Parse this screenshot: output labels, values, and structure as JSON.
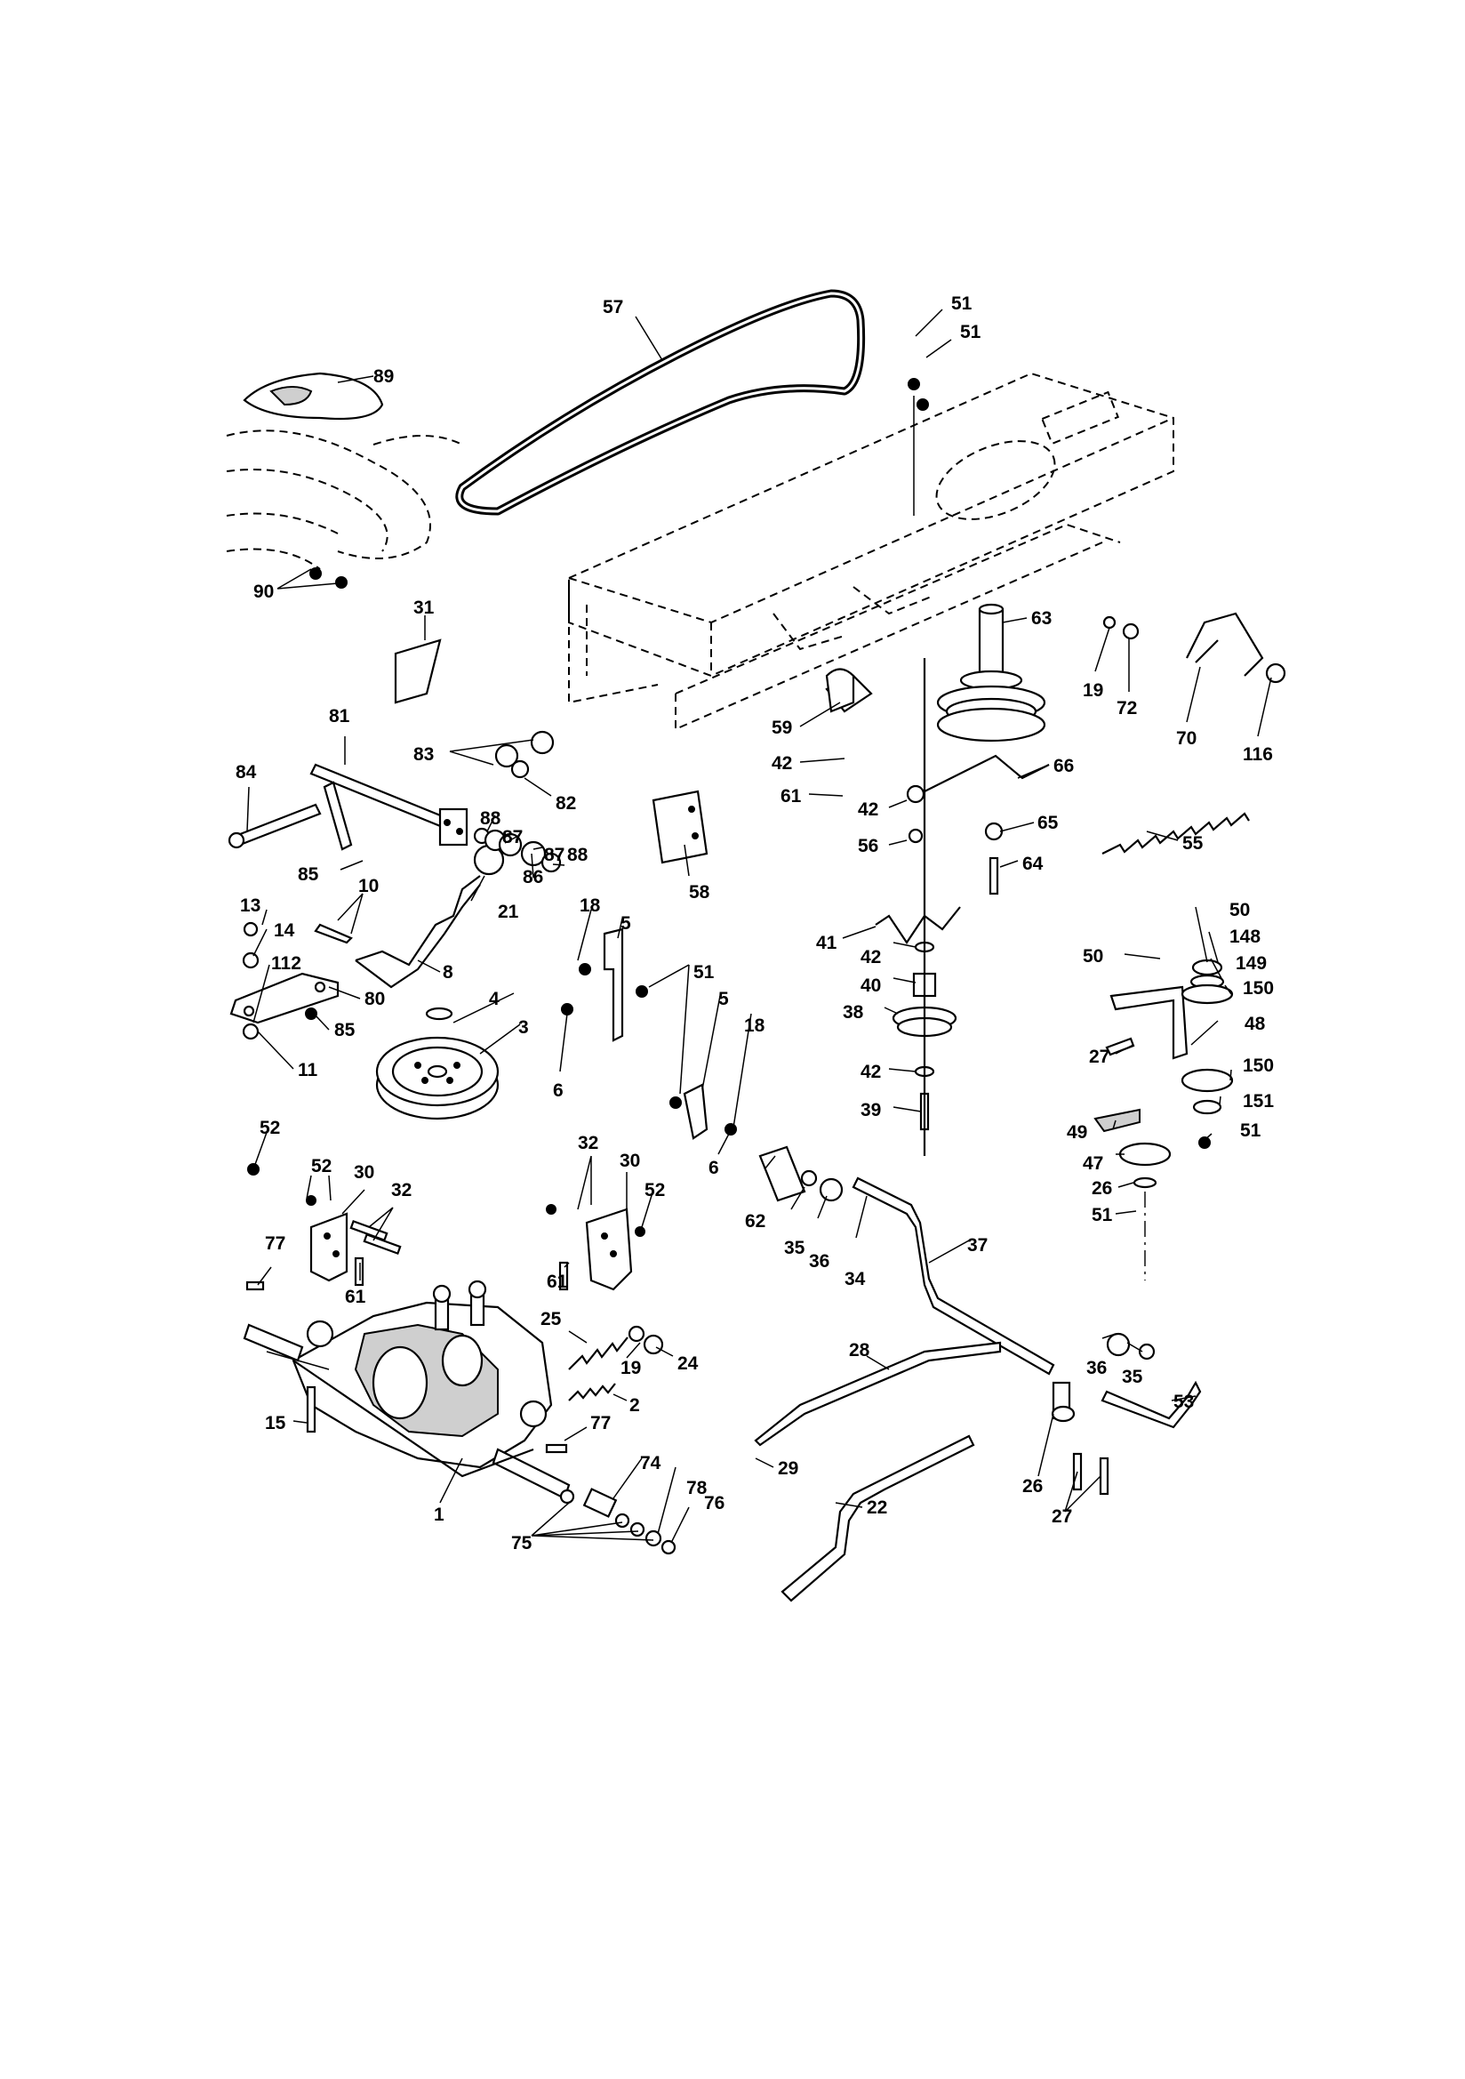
{
  "callouts": [
    {
      "id": "c57",
      "label": "57"
    },
    {
      "id": "c89",
      "label": "89"
    },
    {
      "id": "c51a",
      "label": "51"
    },
    {
      "id": "c51b",
      "label": "51"
    },
    {
      "id": "c90",
      "label": "90"
    },
    {
      "id": "c31",
      "label": "31"
    },
    {
      "id": "c63",
      "label": "63"
    },
    {
      "id": "c19a",
      "label": "19"
    },
    {
      "id": "c72",
      "label": "72"
    },
    {
      "id": "c70",
      "label": "70"
    },
    {
      "id": "c116",
      "label": "116"
    },
    {
      "id": "c59",
      "label": "59"
    },
    {
      "id": "c42a",
      "label": "42"
    },
    {
      "id": "c61a",
      "label": "61"
    },
    {
      "id": "c66",
      "label": "66"
    },
    {
      "id": "c42b",
      "label": "42"
    },
    {
      "id": "c56",
      "label": "56"
    },
    {
      "id": "c65",
      "label": "65"
    },
    {
      "id": "c64",
      "label": "64"
    },
    {
      "id": "c55",
      "label": "55"
    },
    {
      "id": "c81",
      "label": "81"
    },
    {
      "id": "c83",
      "label": "83"
    },
    {
      "id": "c82",
      "label": "82"
    },
    {
      "id": "c84",
      "label": "84"
    },
    {
      "id": "c88a",
      "label": "88"
    },
    {
      "id": "c87a",
      "label": "87"
    },
    {
      "id": "c86",
      "label": "86"
    },
    {
      "id": "c87b",
      "label": "87"
    },
    {
      "id": "c88b",
      "label": "88"
    },
    {
      "id": "c85a",
      "label": "85"
    },
    {
      "id": "c58",
      "label": "58"
    },
    {
      "id": "c10",
      "label": "10"
    },
    {
      "id": "c13",
      "label": "13"
    },
    {
      "id": "c14",
      "label": "14"
    },
    {
      "id": "c112",
      "label": "112"
    },
    {
      "id": "c80",
      "label": "80"
    },
    {
      "id": "c85b",
      "label": "85"
    },
    {
      "id": "c11",
      "label": "11"
    },
    {
      "id": "c8",
      "label": "8"
    },
    {
      "id": "c21",
      "label": "21"
    },
    {
      "id": "c18a",
      "label": "18"
    },
    {
      "id": "c5a",
      "label": "5"
    },
    {
      "id": "c51c",
      "label": "51"
    },
    {
      "id": "c5b",
      "label": "5"
    },
    {
      "id": "c18b",
      "label": "18"
    },
    {
      "id": "c6a",
      "label": "6"
    },
    {
      "id": "c6b",
      "label": "6"
    },
    {
      "id": "c4",
      "label": "4"
    },
    {
      "id": "c3",
      "label": "3"
    },
    {
      "id": "c41",
      "label": "41"
    },
    {
      "id": "c42c",
      "label": "42"
    },
    {
      "id": "c40",
      "label": "40"
    },
    {
      "id": "c38",
      "label": "38"
    },
    {
      "id": "c42d",
      "label": "42"
    },
    {
      "id": "c39",
      "label": "39"
    },
    {
      "id": "c50a",
      "label": "50"
    },
    {
      "id": "c50b",
      "label": "50"
    },
    {
      "id": "c148",
      "label": "148"
    },
    {
      "id": "c149",
      "label": "149"
    },
    {
      "id": "c150a",
      "label": "150"
    },
    {
      "id": "c48",
      "label": "48"
    },
    {
      "id": "c27a",
      "label": "27"
    },
    {
      "id": "c150b",
      "label": "150"
    },
    {
      "id": "c151",
      "label": "151"
    },
    {
      "id": "c49",
      "label": "49"
    },
    {
      "id": "c51d",
      "label": "51"
    },
    {
      "id": "c47",
      "label": "47"
    },
    {
      "id": "c26a",
      "label": "26"
    },
    {
      "id": "c51e",
      "label": "51"
    },
    {
      "id": "c52a",
      "label": "52"
    },
    {
      "id": "c52b",
      "label": "52"
    },
    {
      "id": "c30a",
      "label": "30"
    },
    {
      "id": "c32a",
      "label": "32"
    },
    {
      "id": "c77a",
      "label": "77"
    },
    {
      "id": "c61b",
      "label": "61"
    },
    {
      "id": "c32b",
      "label": "32"
    },
    {
      "id": "c30b",
      "label": "30"
    },
    {
      "id": "c52c",
      "label": "52"
    },
    {
      "id": "c61c",
      "label": "61"
    },
    {
      "id": "c62",
      "label": "62"
    },
    {
      "id": "c35a",
      "label": "35"
    },
    {
      "id": "c36a",
      "label": "36"
    },
    {
      "id": "c34",
      "label": "34"
    },
    {
      "id": "c37",
      "label": "37"
    },
    {
      "id": "c25",
      "label": "25"
    },
    {
      "id": "c19b",
      "label": "19"
    },
    {
      "id": "c24",
      "label": "24"
    },
    {
      "id": "c2",
      "label": "2"
    },
    {
      "id": "c15",
      "label": "15"
    },
    {
      "id": "c77b",
      "label": "77"
    },
    {
      "id": "c1",
      "label": "1"
    },
    {
      "id": "c74",
      "label": "74"
    },
    {
      "id": "c78",
      "label": "78"
    },
    {
      "id": "c76",
      "label": "76"
    },
    {
      "id": "c75",
      "label": "75"
    },
    {
      "id": "c28",
      "label": "28"
    },
    {
      "id": "c29",
      "label": "29"
    },
    {
      "id": "c22",
      "label": "22"
    },
    {
      "id": "c36b",
      "label": "36"
    },
    {
      "id": "c35b",
      "label": "35"
    },
    {
      "id": "c53",
      "label": "53"
    },
    {
      "id": "c26b",
      "label": "26"
    },
    {
      "id": "c27b",
      "label": "27"
    }
  ]
}
